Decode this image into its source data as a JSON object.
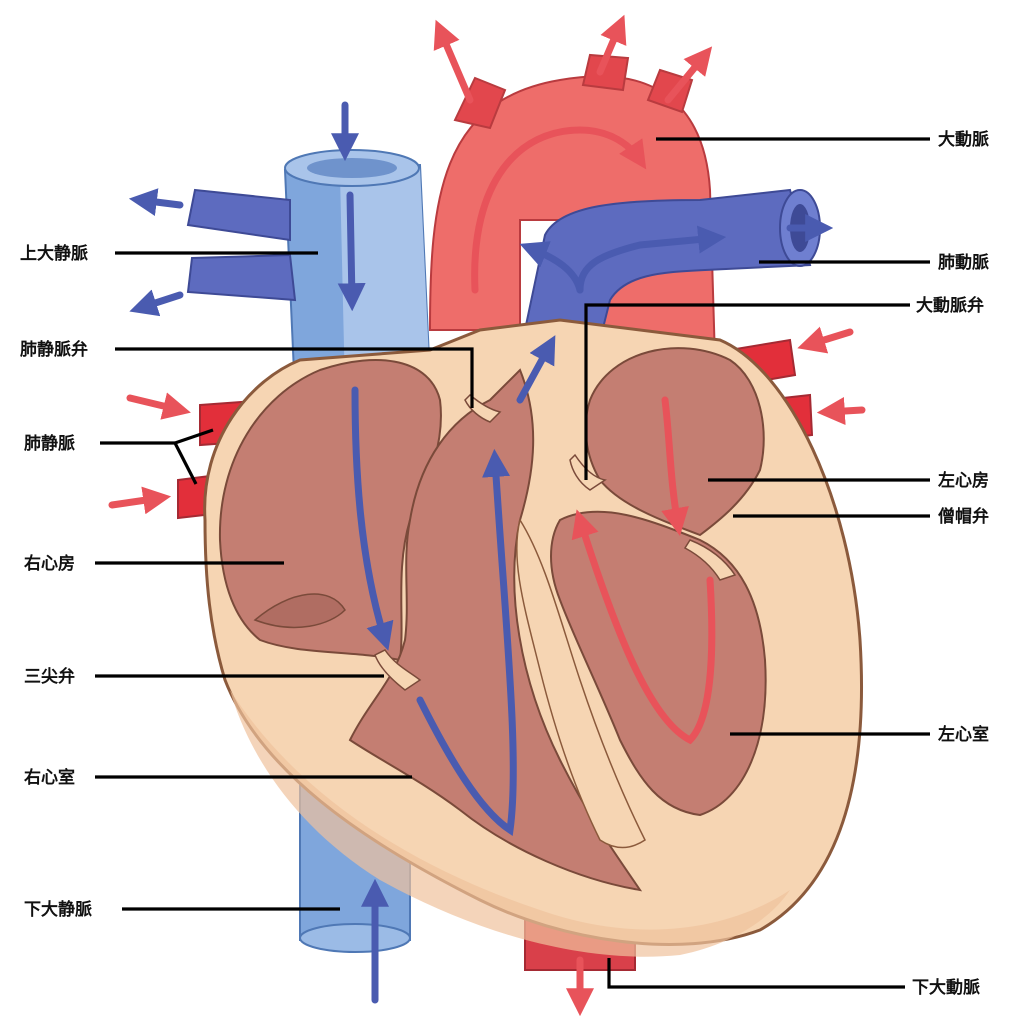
{
  "labels": {
    "superior_vena_cava": "上大静脈",
    "pulmonary_vein_valve": "肺静脈弁",
    "pulmonary_veins": "肺静脈",
    "right_atrium": "右心房",
    "tricuspid_valve": "三尖弁",
    "right_ventricle": "右心室",
    "inferior_vena_cava": "下大静脈",
    "aorta": "大動脈",
    "pulmonary_artery": "肺動脈",
    "aortic_valve": "大動脈弁",
    "left_atrium": "左心房",
    "mitral_valve": "僧帽弁",
    "left_ventricle": "左心室",
    "descending_aorta": "下大動脈"
  },
  "colors": {
    "oxygenated_blood": "#e8535a",
    "deoxygenated_blood": "#4a5bb0",
    "vena_cava": "#7fa6dc",
    "heart_wall": "#f6d5b3",
    "chamber_interior": "#c47e72",
    "outline": "#7a4a3a"
  }
}
